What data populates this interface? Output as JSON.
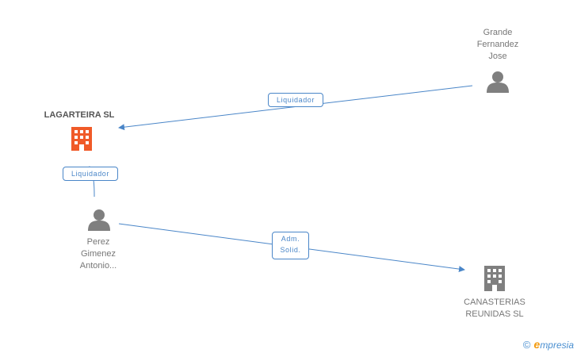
{
  "colors": {
    "edge": "#4a86c8",
    "company_main": "#f05a28",
    "company": "#7f7f7f",
    "person": "#7f7f7f"
  },
  "nodes": {
    "lagarteira": {
      "name": "LAGARTEIRA SL",
      "icon": "building-icon"
    },
    "canasterias": {
      "name": "CANASTERIAS\nREUNIDAS SL",
      "icon": "building-icon"
    },
    "grande": {
      "name": "Grande\nFernandez\nJose",
      "icon": "person-icon"
    },
    "perez": {
      "name": "Perez\nGimenez\nAntonio...",
      "icon": "person-icon"
    }
  },
  "edges": {
    "grande_lagarteira": {
      "label": "Liquidador"
    },
    "perez_lagarteira": {
      "label": "Liquidador"
    },
    "perez_canasterias": {
      "label": "Adm.\nSolid."
    }
  },
  "footer": {
    "copyright": "©",
    "brand_initial": "e",
    "brand_rest": "mpresia"
  }
}
